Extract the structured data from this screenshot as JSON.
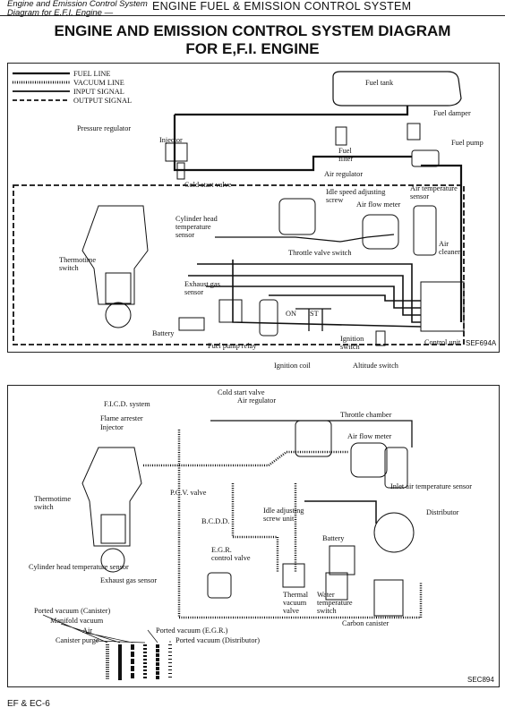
{
  "header": {
    "left_line1": "Engine and Emission Control System",
    "left_line2": "Diagram for E.F.I. Engine —",
    "right": "ENGINE FUEL & EMISSION CONTROL SYSTEM"
  },
  "title": {
    "line1": "ENGINE AND EMISSION CONTROL SYSTEM DIAGRAM",
    "line2": "FOR E,F.I. ENGINE"
  },
  "diagram1": {
    "legend": [
      "FUEL LINE",
      "VACUUM LINE",
      "INPUT SIGNAL",
      "OUTPUT SIGNAL"
    ],
    "labels": {
      "fuel_tank": "Fuel tank",
      "fuel_damper": "Fuel damper",
      "fuel_pump": "Fuel pump",
      "pressure_regulator": "Pressure regulator",
      "injector": "Injector",
      "fuel_filter_1": "Fuel",
      "fuel_filter_2": "filter",
      "air_regulator": "Air regulator",
      "cold_start_valve": "Cold start valve",
      "idle_speed_1": "Idle speed adjusting",
      "idle_speed_2": "screw",
      "air_temp_1": "Air temperature",
      "air_temp_2": "sensor",
      "air_flow_meter": "Air flow meter",
      "cyl_head_1": "Cylinder head",
      "cyl_head_2": "temperature",
      "cyl_head_3": "sensor",
      "air_cleaner_1": "Air",
      "air_cleaner_2": "cleaner",
      "throttle_switch": "Throttle valve switch",
      "thermotime_1": "Thermotime",
      "thermotime_2": "switch",
      "exhaust_1": "Exhaust gas",
      "exhaust_2": "sensor",
      "battery": "Battery",
      "on": "ON",
      "st": "ST",
      "fuel_pump_relay": "Fuel pump relay",
      "ignition_switch_1": "Ignition",
      "ignition_switch_2": "switch",
      "control_unit": "Control unit",
      "ignition_coil": "Ignition coil",
      "altitude_switch": "Altitude switch"
    },
    "code": "SEF694A"
  },
  "diagram2": {
    "labels": {
      "cold_start_valve": "Cold start valve",
      "air_regulator": "Air regulator",
      "ficd": "F.I.C.D. system",
      "flame_arrester": "Flame arrester",
      "injector": "Injector",
      "throttle_chamber": "Throttle chamber",
      "air_flow_meter": "Air flow meter",
      "thermotime_1": "Thermotime",
      "thermotime_2": "switch",
      "pcv": "P.C.V. valve",
      "inlet_air": "Inlet air temperature sensor",
      "idle_1": "Idle adjusting",
      "idle_2": "screw unit",
      "bcdd": "B.C.D.D.",
      "distributor": "Distributor",
      "battery": "Battery",
      "egr_1": "E.G.R.",
      "egr_2": "control valve",
      "cyl_head": "Cylinder head temperature sensor",
      "exhaust": "Exhaust gas sensor",
      "thermal_1": "Thermal",
      "thermal_2": "vacuum",
      "thermal_3": "valve",
      "water_1": "Water",
      "water_2": "temperature",
      "water_3": "switch",
      "carbon": "Carbon canister",
      "ported_canister": "Ported vacuum (Canister)",
      "manifold": "Manifold vacuum",
      "air": "Air",
      "canister_purge": "Canister purge",
      "ported_egr": "Ported vacuum (E.G.R.)",
      "ported_dist": "Ported vacuum (Distributor)"
    },
    "code": "SEC894"
  },
  "footer": "EF & EC-6"
}
